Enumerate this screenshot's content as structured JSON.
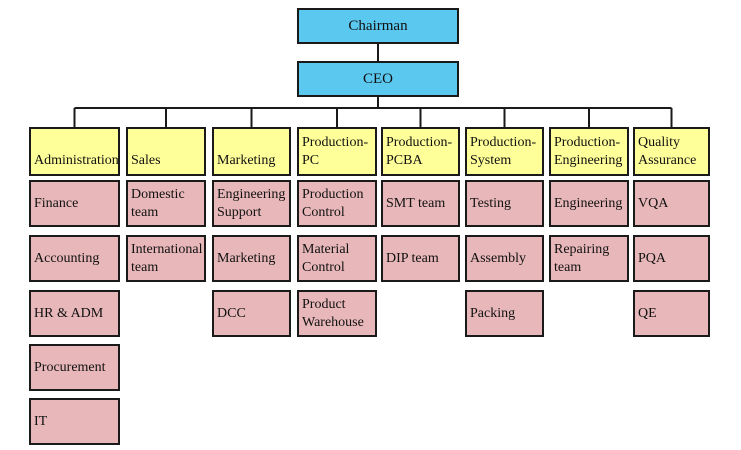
{
  "top": [
    "Chairman",
    "CEO"
  ],
  "departments": [
    {
      "lines": [
        "Administration"
      ],
      "items": [
        [
          "Finance"
        ],
        [
          "Accounting"
        ],
        [
          "HR & ADM"
        ],
        [
          "Procurement"
        ],
        [
          "IT"
        ]
      ]
    },
    {
      "lines": [
        "Sales"
      ],
      "items": [
        [
          "Domestic",
          "team"
        ],
        [
          "International",
          "team"
        ]
      ]
    },
    {
      "lines": [
        "Marketing"
      ],
      "items": [
        [
          "Engineering",
          "Support"
        ],
        [
          "Marketing"
        ],
        [
          "DCC"
        ]
      ]
    },
    {
      "lines": [
        "Production-",
        "PC"
      ],
      "items": [
        [
          "Production",
          "Control"
        ],
        [
          "Material",
          "Control"
        ],
        [
          "Product",
          "Warehouse"
        ]
      ]
    },
    {
      "lines": [
        "Production-",
        "PCBA"
      ],
      "items": [
        [
          "SMT team"
        ],
        [
          "DIP team"
        ]
      ]
    },
    {
      "lines": [
        "Production-",
        "System"
      ],
      "items": [
        [
          "Testing"
        ],
        [
          "Assembly"
        ],
        [
          "Packing"
        ]
      ]
    },
    {
      "lines": [
        "Production-",
        "Engineering"
      ],
      "items": [
        [
          "Engineering"
        ],
        [
          "Repairing",
          "team"
        ]
      ]
    },
    {
      "lines": [
        "Quality",
        "Assurance"
      ],
      "items": [
        [
          "VQA"
        ],
        [
          "PQA"
        ],
        [
          "QE"
        ]
      ]
    }
  ],
  "colors": {
    "top_fill": "#5bc8f0",
    "department_fill": "#ffff99",
    "unit_fill": "#e8b7b9",
    "line": "#1a1a1a"
  }
}
